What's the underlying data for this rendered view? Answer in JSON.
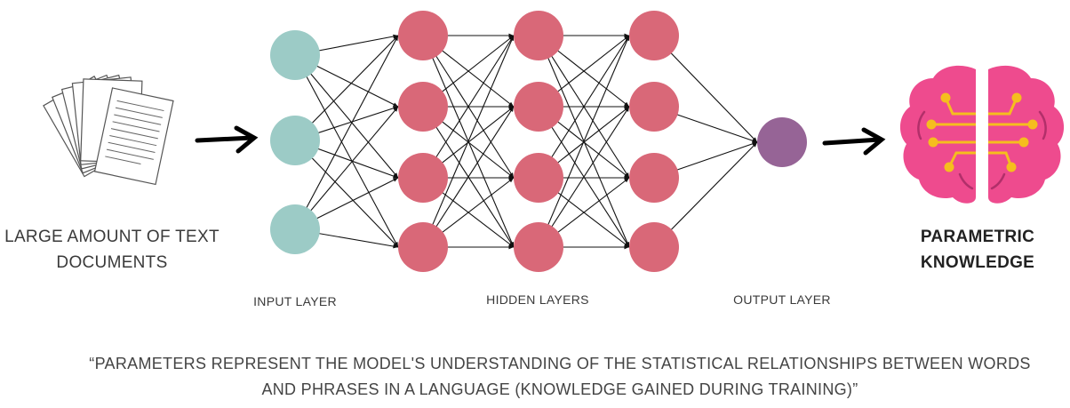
{
  "labels": {
    "docs": "LARGE AMOUNT OF TEXT DOCUMENTS",
    "input_layer": "INPUT LAYER",
    "hidden_layers": "HIDDEN LAYERS",
    "output_layer": "OUTPUT LAYER",
    "knowledge": "PARAMETRIC KNOWLEDGE"
  },
  "quote": "“PARAMETERS REPRESENT THE MODEL'S UNDERSTANDING OF THE STATISTICAL RELATIONSHIPS BETWEEN WORDS AND PHRASES IN A LANGUAGE (KNOWLEDGE GAINED DURING TRAINING)”",
  "network": {
    "layers": [
      {
        "name": "input",
        "nodes": 3,
        "color": "#9ccbc6"
      },
      {
        "name": "hidden-1",
        "nodes": 4,
        "color": "#d96878"
      },
      {
        "name": "hidden-2",
        "nodes": 4,
        "color": "#d96878"
      },
      {
        "name": "hidden-3",
        "nodes": 4,
        "color": "#d96878"
      },
      {
        "name": "output",
        "nodes": 1,
        "color": "#966496"
      }
    ],
    "edge_color": "#111111"
  },
  "colors": {
    "brain": "#ee4b8e",
    "circuit": "#f5be1e",
    "arrow": "#000000",
    "document": "#555555"
  },
  "icons": {
    "documents": "documents-stack-icon",
    "brain": "brain-circuit-icon"
  }
}
